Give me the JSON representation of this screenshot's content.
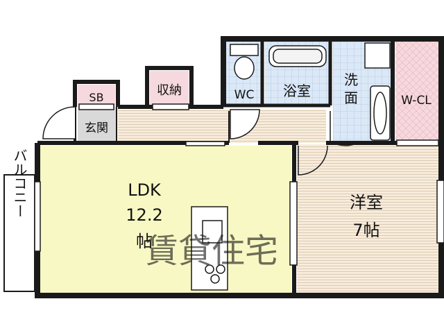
{
  "rooms": {
    "ldk": {
      "name": "LDK",
      "size": "12.2",
      "unit": "帖"
    },
    "western": {
      "name": "洋室",
      "size": "7帖"
    },
    "sb": {
      "name": "SB"
    },
    "storage": {
      "name": "収納"
    },
    "entrance": {
      "name": "玄関"
    },
    "wc": {
      "name": "WC"
    },
    "bath": {
      "name": "浴室"
    },
    "washroom": {
      "name_line1": "洗",
      "name_line2": "面"
    },
    "wcl": {
      "name": "W-CL"
    },
    "balcony": {
      "name": "バルコニー"
    }
  },
  "watermark": "賃貸住宅",
  "colors": {
    "wall": "#1a1a1a",
    "ldk_fill": "#f8f8c4",
    "floor_fill": "#f7ecdc",
    "storage_fill": "#f6d9de",
    "tile_fill": "#dbe8f7",
    "entrance_fill": "#d9d9d9",
    "balcony_fill": "#ffffff"
  }
}
